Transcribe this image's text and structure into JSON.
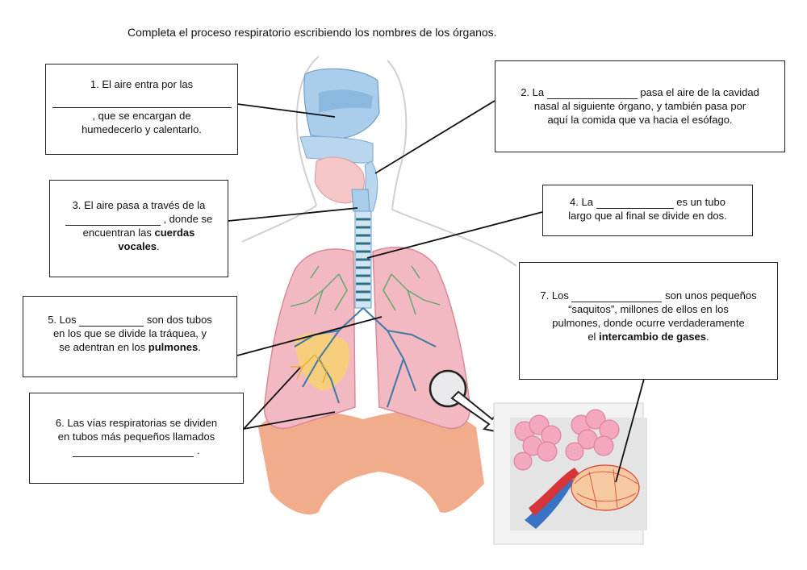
{
  "title": "Completa el proceso respiratorio escribiendo los nombres de los órganos.",
  "box1": {
    "line1": "1. El aire entra por las",
    "line2": ", que se encargan de",
    "line3": "humedecerlo y calentarlo."
  },
  "box2": {
    "pre": "2. La",
    "post": "pasa el aire de la cavidad",
    "line2": "nasal al siguiente órgano, y también pasa por",
    "line3": "aquí la comida que va hacia el esófago."
  },
  "box3": {
    "line1": "3. El aire pasa a través de la",
    "post": ", donde se",
    "line3pre": "encuentran las",
    "bold1": "cuerdas",
    "bold2": "vocales",
    "period": "."
  },
  "box4": {
    "pre": "4. La",
    "post": "es un tubo",
    "line2": "largo que al final se divide en dos."
  },
  "box5": {
    "pre": "5. Los",
    "post": "son dos tubos",
    "line2": "en los que se divide la tráquea, y",
    "line3pre": "se adentran en los",
    "bold": "pulmones",
    "period": "."
  },
  "box6": {
    "line1": "6. Las vías respiratorias se dividen",
    "line2": "en tubos más pequeños llamados",
    "period": "."
  },
  "box7": {
    "pre": "7. Los",
    "post": "son unos pequeños",
    "line2": "“saquitos”, millones de ellos en los",
    "line3": "pulmones, donde ocurre verdaderamente",
    "line4pre": "el",
    "bold": "intercambio de gases",
    "period": "."
  }
}
